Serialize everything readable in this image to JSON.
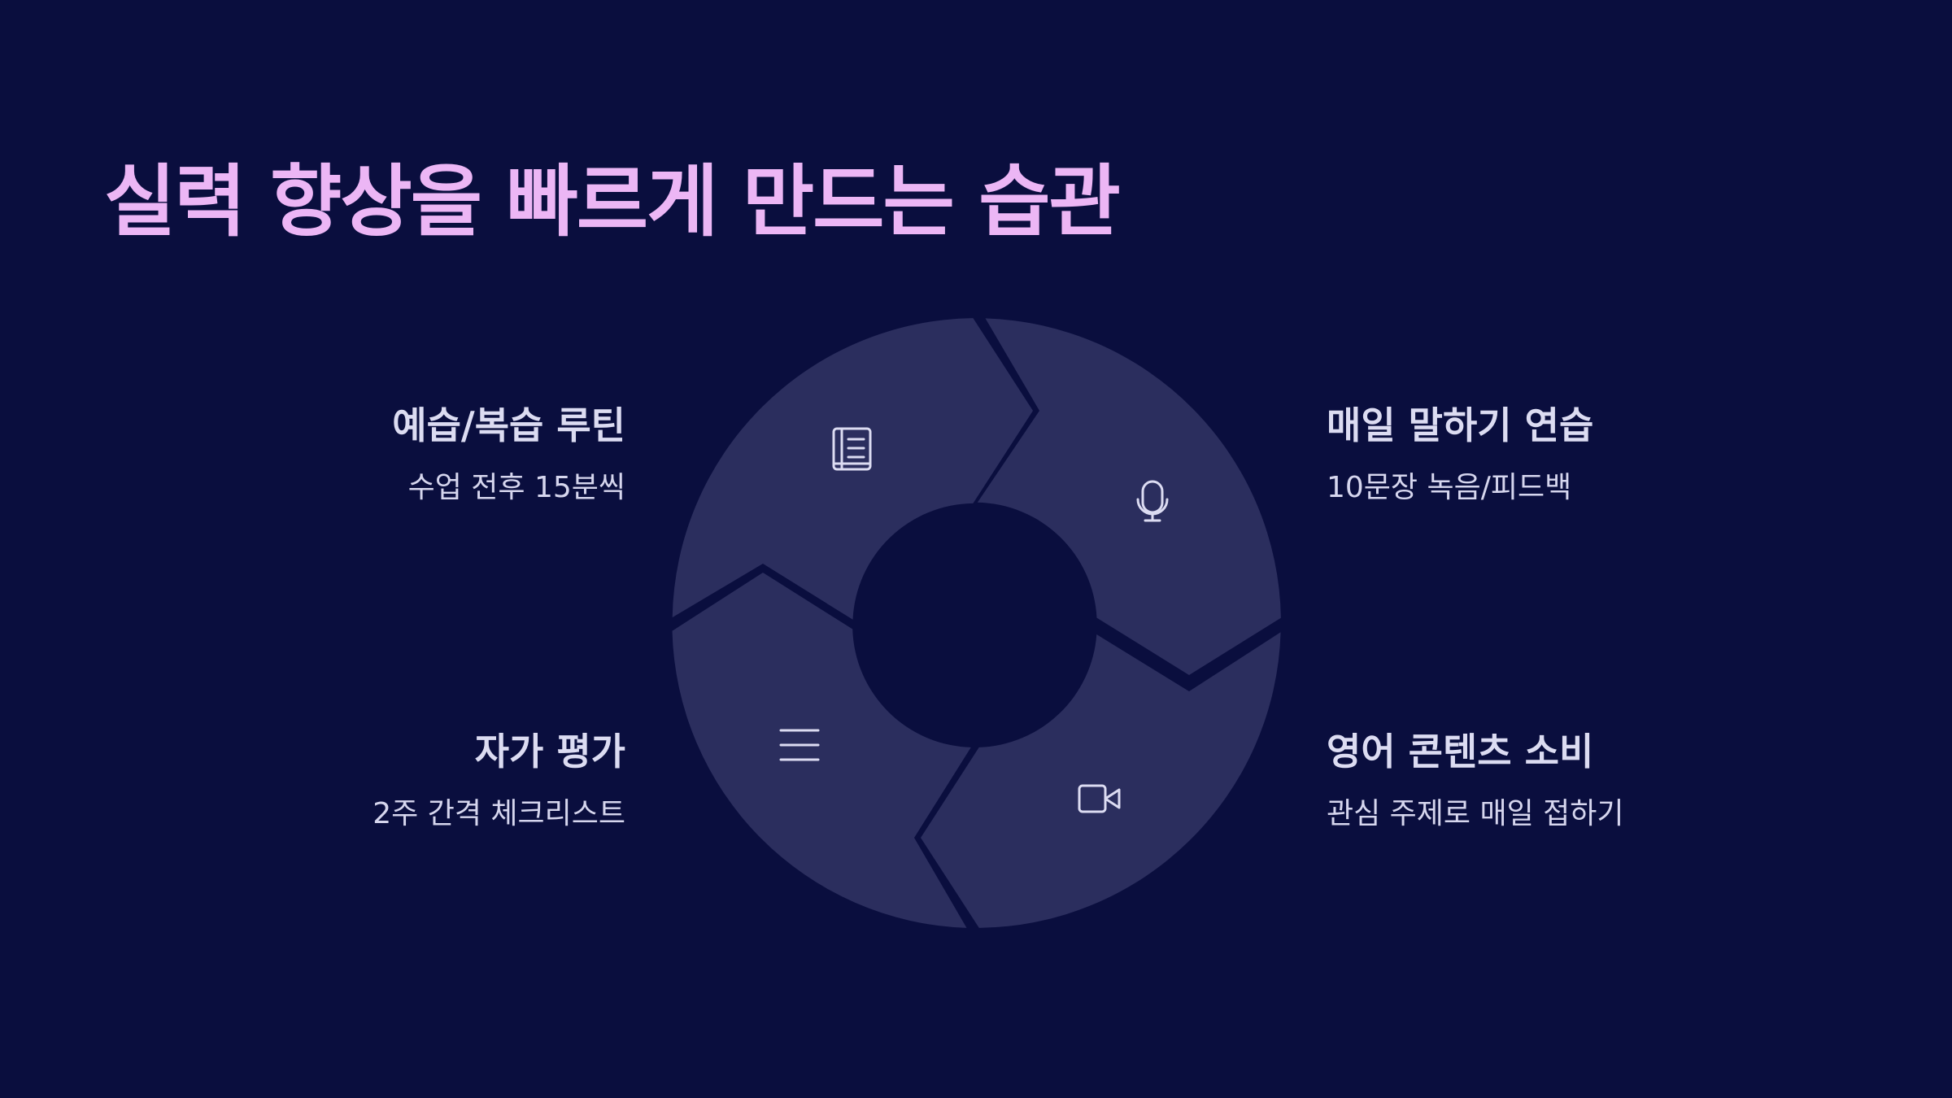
{
  "title": "실력 향상을 빠르게 만드는 습관",
  "colors": {
    "background": "#0a0e3e",
    "title": "#ecb6f5",
    "segment_fill": "#2b2e5e",
    "icon": "#dcdcf2",
    "heading_text": "#dcdcf2"
  },
  "steps": [
    {
      "heading": "예습/복습 루틴",
      "description": "수업 전후 15분씩",
      "icon": "book-icon"
    },
    {
      "heading": "매일 말하기 연습",
      "description": "10문장 녹음/피드백",
      "icon": "microphone-icon"
    },
    {
      "heading": "영어 콘텐츠 소비",
      "description": "관심 주제로 매일 접하기",
      "icon": "video-camera-icon"
    },
    {
      "heading": "자가 평가",
      "description": "2주 간격 체크리스트",
      "icon": "list-icon"
    }
  ]
}
